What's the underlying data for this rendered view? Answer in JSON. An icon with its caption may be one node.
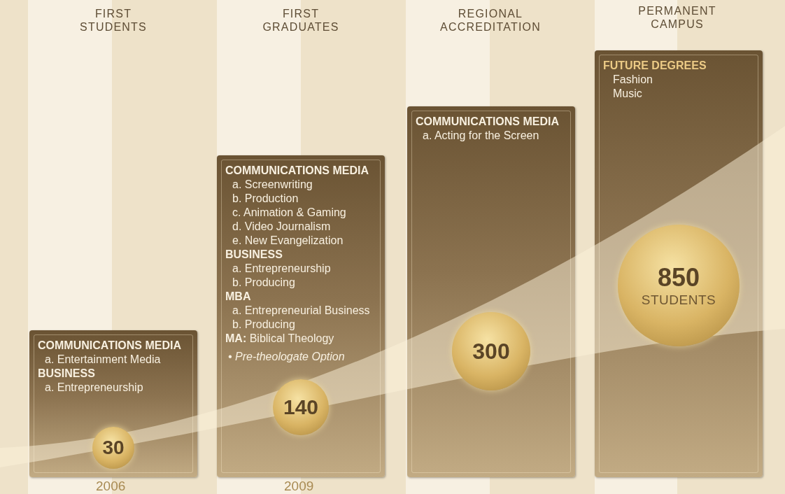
{
  "diagram": {
    "nodes": [
      {
        "text": [
          "COMMUNICATIONS MEDIA",
          "a. Entertainment Media",
          "BUSINESS",
          "a. Entrepreneurship"
        ]
      },
      {
        "text": [
          "COMMUNICATIONS MEDIA",
          "a. Screenwriting",
          "b. Production",
          "c. Animation & Gaming",
          "d. Video Journalism",
          "e. New Evangelization",
          "BUSINESS",
          "a. Entrepreneurship",
          "b. Producing",
          "MBA",
          "a. Entrepreneurial Business",
          "b. Producing",
          "**MA:** Biblical Theology",
          "• Pre-theologate Option"
        ]
      },
      {
        "text": [
          "COMMUNICATIONS MEDIA",
          "a. Acting for the Screen"
        ]
      },
      {
        "text": [
          "FUTURE DEGREES",
          "Fashion",
          "Music"
        ]
      },
      {
        "text": [
          "30"
        ],
        "in": 0
      },
      {
        "text": [
          "140"
        ],
        "in": 1
      },
      {
        "text": [
          "300"
        ],
        "in": 2
      },
      {
        "text": [
          "850",
          "STUDENTS"
        ],
        "in": 3
      }
    ],
    "labels": [
      "FIRST STUDENTS",
      "FIRST GRADUATES",
      "REGIONAL ACCREDITATION",
      "PERMANENT CAMPUS",
      "2006",
      "2009"
    ]
  }
}
